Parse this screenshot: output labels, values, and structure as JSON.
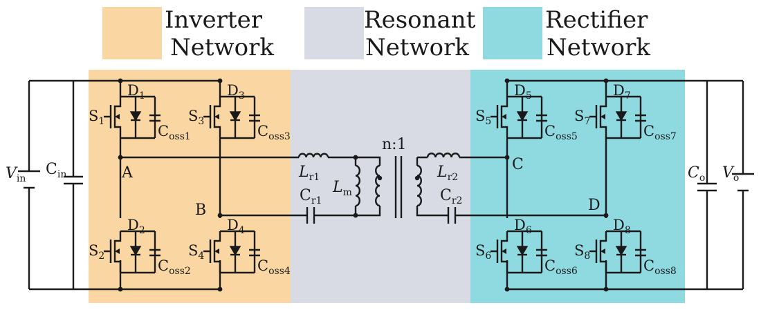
{
  "colors": {
    "inverter": "#fad7a2",
    "resonant": "#d8dbe4",
    "rectifier": "#8fd9e1",
    "wire": "#1a1a1a"
  },
  "legend": {
    "inverter": [
      "Inverter",
      "Network"
    ],
    "resonant": [
      "Resonant",
      "Network"
    ],
    "rectifier": [
      "Rectifier",
      "Network"
    ]
  },
  "labels": {
    "vin": {
      "main": "V",
      "sub": "in"
    },
    "cin": {
      "main": "C",
      "sub": "in"
    },
    "vo": {
      "main": "V",
      "sub": "o"
    },
    "co": {
      "main": "C",
      "sub": "o"
    },
    "nodes": {
      "a": "A",
      "b": "B",
      "c": "C",
      "d": "D"
    },
    "ratio": "n:1",
    "lr1": {
      "main": "L",
      "sub": "r1"
    },
    "lr2": {
      "main": "L",
      "sub": "r2"
    },
    "lm": {
      "main": "L",
      "sub": "m"
    },
    "cr1": {
      "main": "C",
      "sub": "r1"
    },
    "cr2": {
      "main": "C",
      "sub": "r2"
    },
    "switches": [
      {
        "s": "S",
        "s_sub": "1",
        "d": "D",
        "d_sub": "1",
        "c": "C",
        "c_sub": "oss1"
      },
      {
        "s": "S",
        "s_sub": "3",
        "d": "D",
        "d_sub": "3",
        "c": "C",
        "c_sub": "oss3"
      },
      {
        "s": "S",
        "s_sub": "2",
        "d": "D",
        "d_sub": "2",
        "c": "C",
        "c_sub": "oss2"
      },
      {
        "s": "S",
        "s_sub": "4",
        "d": "D",
        "d_sub": "4",
        "c": "C",
        "c_sub": "oss4"
      },
      {
        "s": "S",
        "s_sub": "5",
        "d": "D",
        "d_sub": "5",
        "c": "C",
        "c_sub": "oss5"
      },
      {
        "s": "S",
        "s_sub": "7",
        "d": "D",
        "d_sub": "7",
        "c": "C",
        "c_sub": "oss7"
      },
      {
        "s": "S",
        "s_sub": "6",
        "d": "D",
        "d_sub": "6",
        "c": "C",
        "c_sub": "oss6"
      },
      {
        "s": "S",
        "s_sub": "8",
        "d": "D",
        "d_sub": "8",
        "c": "C",
        "c_sub": "oss8"
      }
    ]
  }
}
